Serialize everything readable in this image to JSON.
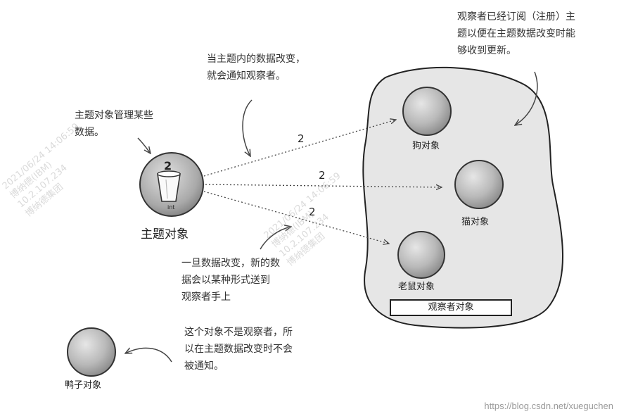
{
  "notes": {
    "subject_manages": "主题对象管理某些\n数据。",
    "on_change": "当主题内的数据改变，\n就会通知观察者。",
    "subscribed": "观察者已经订阅（注册）主\n题以便在主题数据改变时能\n够收到更新。",
    "send_new": "一旦数据改变，新的数\n据会以某种形式送到\n观察者手上",
    "not_observer": "这个对象不是观察者，所\n以在主题数据改变时不会\n被通知。"
  },
  "subject": {
    "label": "主题对象",
    "value": "2",
    "type_label": "int"
  },
  "messages": [
    "2",
    "2",
    "2"
  ],
  "observers": [
    {
      "label": "狗对象"
    },
    {
      "label": "猫对象"
    },
    {
      "label": "老鼠对象"
    }
  ],
  "observer_group_label": "观察者对象",
  "non_observer": {
    "label": "鸭子对象"
  },
  "watermarks": [
    "2021/06/24 14:06:59\n博纳德(IBM)\n10.2.107.234\n博纳德集团"
  ],
  "credit": "https://blog.csdn.net/xueguchen"
}
